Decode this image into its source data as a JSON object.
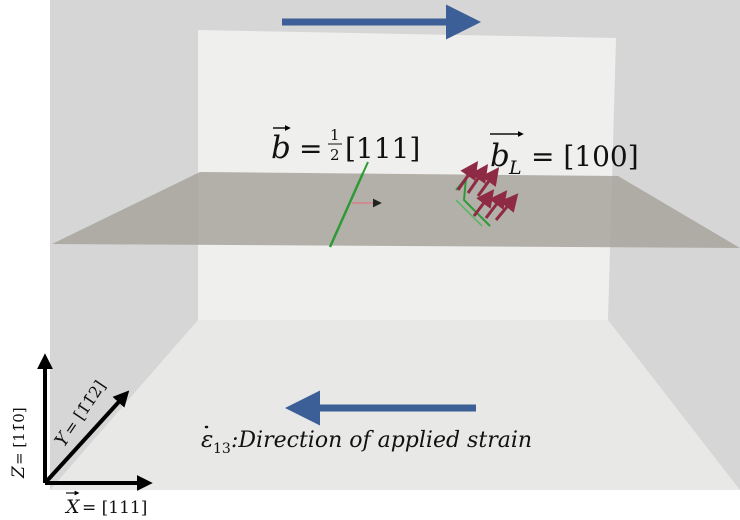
{
  "labels": {
    "burgers_vector": {
      "b": "b",
      "eq": "=",
      "frac_num": "1",
      "frac_den": "2",
      "indices": "[111]"
    },
    "burgers_vector_l": {
      "b": "b",
      "sub": "L",
      "eq_indices": "= [100]"
    },
    "strain": {
      "eps": "ε",
      "sub": "13",
      "text": ":Direction of applied strain"
    },
    "axes": {
      "x_label": "X",
      "x_eq": "= [111]",
      "y_label": "Y",
      "y_eq": "= [1̄1̄2]",
      "z_label": "Z",
      "z_eq": "= [11̄0]"
    }
  },
  "colors": {
    "box_face": "#d6d6d6",
    "back_face": "#efefed",
    "floor": "#e8e8e6",
    "slip_plane": "#a8a49c",
    "strain_arrow": "#3d5f97",
    "dislocation": "#2e9a36",
    "burgers_arrow": "#8e2a44"
  }
}
